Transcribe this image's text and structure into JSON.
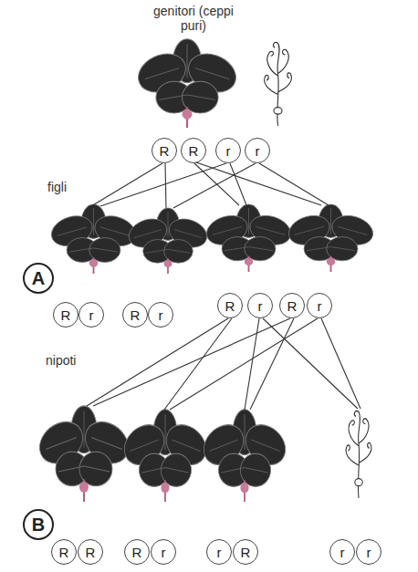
{
  "diagram": {
    "nodes": [
      {
        "text": [
          "R"
        ]
      },
      {
        "text": [
          "R"
        ]
      },
      {
        "text": [
          "r"
        ]
      },
      {
        "text": [
          "r"
        ]
      },
      {
        "text": [
          "A"
        ]
      },
      {
        "text": [
          "R"
        ]
      },
      {
        "text": [
          "r"
        ]
      },
      {
        "text": [
          "R"
        ]
      },
      {
        "text": [
          "r"
        ]
      },
      {
        "text": [
          "R"
        ]
      },
      {
        "text": [
          "r"
        ]
      },
      {
        "text": [
          "R"
        ]
      },
      {
        "text": [
          "r"
        ]
      },
      {
        "text": [
          "B"
        ]
      },
      {
        "text": [
          "R"
        ]
      },
      {
        "text": [
          "R"
        ]
      },
      {
        "text": [
          "R"
        ]
      },
      {
        "text": [
          "r"
        ]
      },
      {
        "text": [
          "r"
        ]
      },
      {
        "text": [
          "R"
        ]
      },
      {
        "text": [
          "r"
        ]
      },
      {
        "text": [
          "r"
        ]
      }
    ],
    "labels": [
      "genitori (ceppi puri)",
      "figli",
      "nipoti"
    ]
  }
}
